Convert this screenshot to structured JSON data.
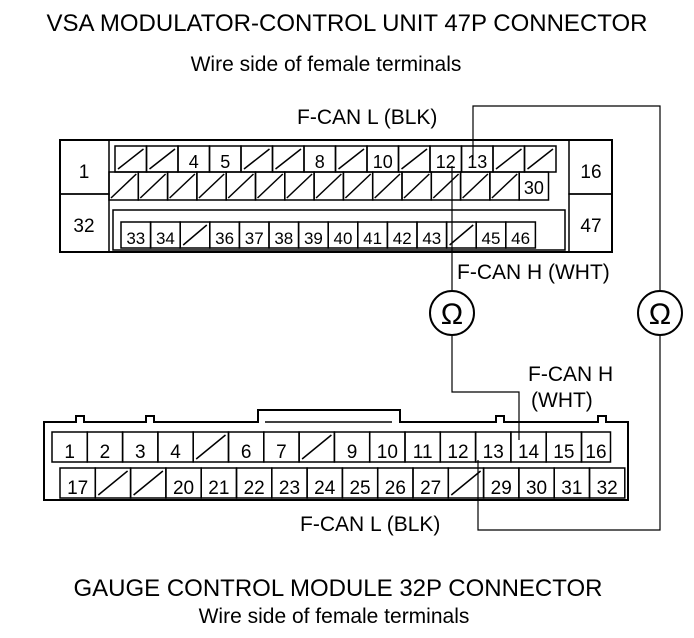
{
  "vsa": {
    "title": "VSA MODULATOR-CONTROL UNIT 47P CONNECTOR",
    "subtitle": "Wire side of female terminals",
    "row1_cells": [
      "/",
      "/",
      "4",
      "5",
      "/",
      "/",
      "8",
      "/",
      "10",
      "/",
      "12",
      "13",
      "/",
      "/"
    ],
    "row2_right": "30",
    "row3_cells": [
      "33",
      "34",
      "/",
      "36",
      "37",
      "38",
      "39",
      "40",
      "41",
      "42",
      "43",
      "/",
      "45",
      "46"
    ],
    "left_top": "1",
    "left_bottom": "32",
    "right_top": "16",
    "right_bottom": "47"
  },
  "gauge": {
    "title": "GAUGE CONTROL MODULE 32P CONNECTOR",
    "subtitle": "Wire side of female terminals",
    "row1_cells": [
      "1",
      "2",
      "3",
      "4",
      "/",
      "6",
      "7",
      "/",
      "9",
      "10",
      "11",
      "12",
      "13",
      "14",
      "15",
      "16"
    ],
    "row2_cells": [
      "17",
      "/",
      "/",
      "20",
      "21",
      "22",
      "23",
      "24",
      "25",
      "26",
      "27",
      "/",
      "29",
      "30",
      "31",
      "32"
    ]
  },
  "labels": {
    "fcan_l_top": "F-CAN L (BLK)",
    "fcan_h_top": "F-CAN H (WHT)",
    "fcan_h_bottom_1": "F-CAN H",
    "fcan_h_bottom_2": "(WHT)",
    "fcan_l_bottom": "F-CAN L (BLK)",
    "ohm_symbol": "Ω"
  },
  "icons": {
    "meter_left": "ohmmeter-icon",
    "meter_right": "ohmmeter-icon"
  }
}
